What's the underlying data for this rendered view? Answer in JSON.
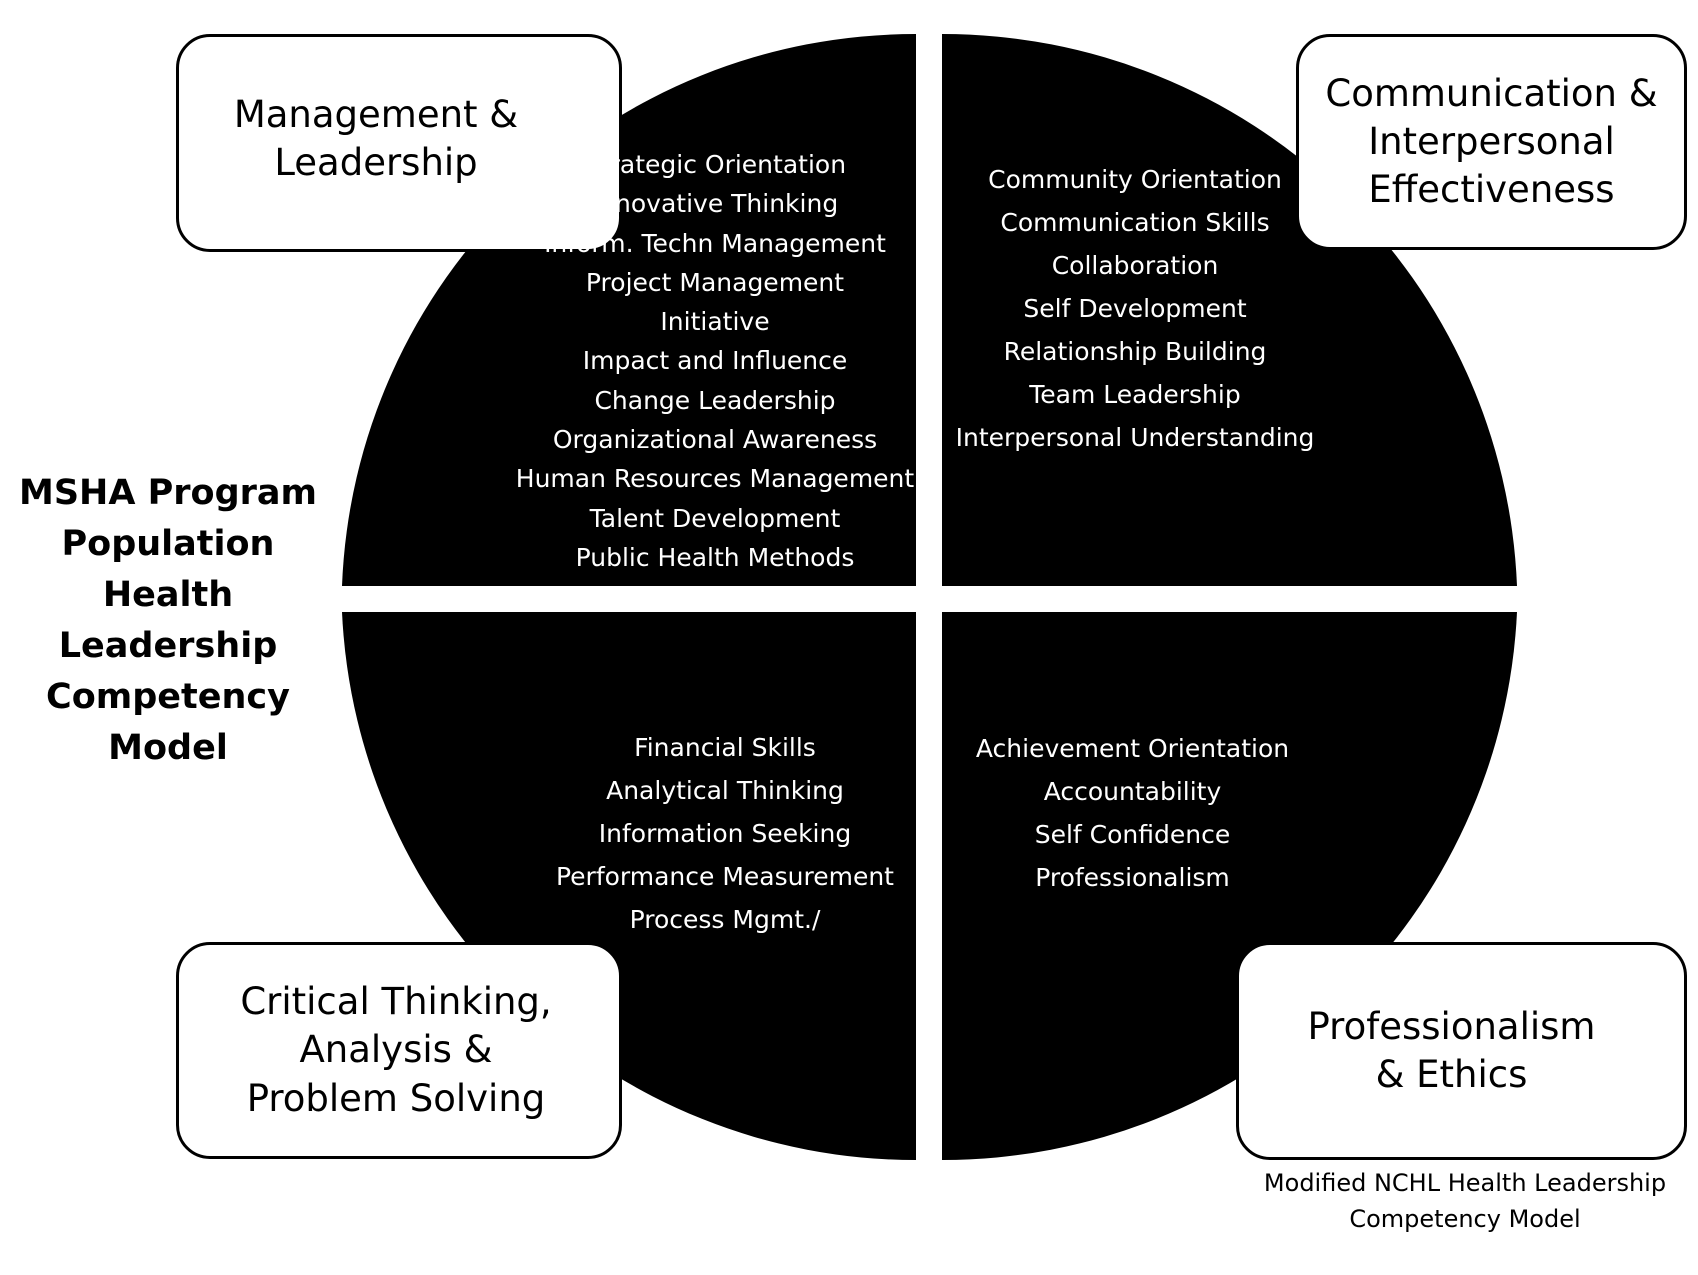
{
  "colors": {
    "disc": "#000000",
    "disc_text": "#ffffff",
    "box_border": "#000000",
    "background": "#ffffff"
  },
  "model_title": {
    "lines": [
      "MSHA Program",
      "Population Health",
      "Leadership",
      "Competency",
      "Model"
    ]
  },
  "domains": {
    "top_left": {
      "box_lines": [
        "Management &",
        "Leadership"
      ],
      "competencies": [
        "Strategic Orientation",
        "Innovative Thinking",
        "Inform. Techn Management",
        "Project Management",
        "Initiative",
        "Impact and Influence",
        "Change Leadership",
        "Organizational Awareness",
        "Human Resources Management",
        "Talent Development",
        "Public Health Methods"
      ]
    },
    "top_right": {
      "box_lines": [
        "Communication &",
        "Interpersonal",
        "Effectiveness"
      ],
      "competencies": [
        "Community Orientation",
        "Communication Skills",
        "Collaboration",
        "Self Development",
        "Relationship Building",
        "Team Leadership",
        "Interpersonal Understanding"
      ]
    },
    "bottom_left": {
      "box_lines": [
        "Critical Thinking,",
        "Analysis &",
        "Problem Solving"
      ],
      "competencies": [
        "Financial Skills",
        "Analytical Thinking",
        "Information Seeking",
        "Performance Measurement",
        "Process Mgmt./"
      ]
    },
    "bottom_right": {
      "box_lines": [
        "Professionalism",
        "& Ethics"
      ],
      "competencies": [
        "Achievement Orientation",
        "Accountability",
        "Self Confidence",
        "Professionalism"
      ]
    }
  },
  "source_note": {
    "lines": [
      "Modified NCHL Health Leadership",
      "Competency Model"
    ]
  }
}
